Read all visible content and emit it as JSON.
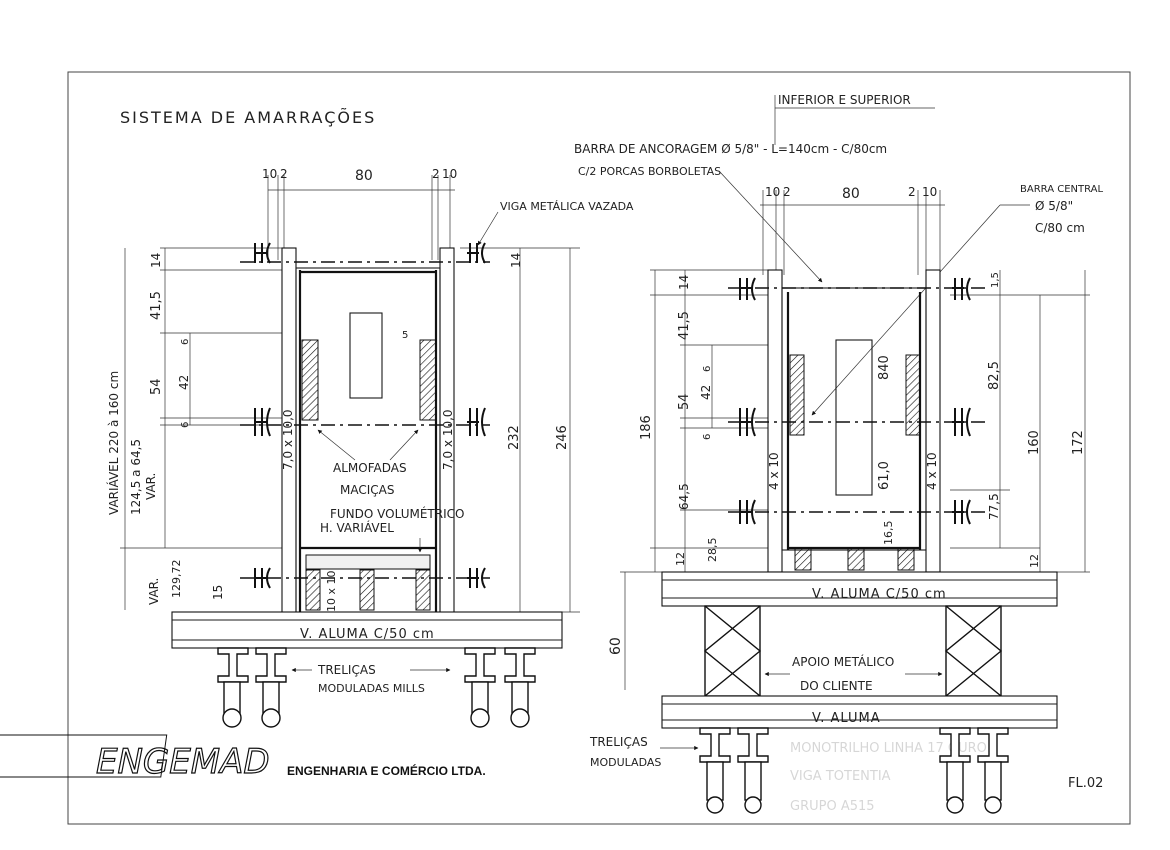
{
  "title": "SISTEMA DE AMARRAÇÕES",
  "sheet_number": "FL.02",
  "company": {
    "logo_text": "ENGEMAD",
    "name": "ENGENHARIA E COMÉRCIO LTDA."
  },
  "left_drawing": {
    "dims_top": [
      "10",
      "2",
      "80",
      "2",
      "10"
    ],
    "label_viga": "VIGA METÁLICA VAZADA",
    "dims_left": [
      "14",
      "41,5",
      "54",
      "42",
      "6",
      "6"
    ],
    "label_variavel_1": "VARIÁVEL 220 à 160 cm",
    "label_variavel_2": "124,5 a 64,5",
    "label_variavel_3": "VAR.",
    "dim_var": "VAR.",
    "dim_12972": "129,72",
    "dim_15": "15",
    "dim_232": "232",
    "dim_246": "246",
    "dim_14r": "14",
    "post_label_left": "7,0 x 10,0",
    "post_label_right": "7,0 x 10,0",
    "label_almofadas_1": "ALMOFADAS",
    "label_almofadas_2": "MACIÇAS",
    "label_fundo_1": "FUNDO VOLUMÉTRICO",
    "label_fundo_2": "H. VARIÁVEL",
    "label_10x10": "10 x 10",
    "label_valuma": "V. ALUMA C/50 cm",
    "label_trelicas_1": "TRELIÇAS",
    "label_trelicas_2": "MODULADAS MILLS",
    "small_5": "5"
  },
  "right_drawing": {
    "label_inferior": "INFERIOR E SUPERIOR",
    "label_barra_1": "BARRA DE ANCORAGEM Ø 5/8\" - L=140cm - C/80cm",
    "label_barra_2": "C/2 PORCAS BORBOLETAS",
    "label_barra_central_1": "BARRA CENTRAL",
    "label_barra_central_2": "Ø 5/8\"",
    "label_barra_central_3": "C/80 cm",
    "dims_top": [
      "10",
      "2",
      "80",
      "2",
      "10"
    ],
    "dims_left": [
      "14",
      "41,5",
      "54",
      "42",
      "6",
      "6",
      "64,5",
      "28,5",
      "12"
    ],
    "dim_186": "186",
    "dim_60": "60",
    "dim_840": "840",
    "dim_61": "61,0",
    "dim_165": "16,5",
    "dim_825": "82,5",
    "dim_775": "77,5",
    "dim_160": "160",
    "dim_172": "172",
    "dim_15": "1,5",
    "dim_12": "12",
    "post_label_left": "4 x 10",
    "post_label_right": "4 x 10",
    "label_valuma_top": "V. ALUMA C/50 cm",
    "label_apoio_1": "APOIO METÁLICO",
    "label_apoio_2": "DO CLIENTE",
    "label_valuma_bottom": "V. ALUMA",
    "label_trelicas_1": "TRELIÇAS",
    "label_trelicas_2": "MODULADAS"
  },
  "faint_table": [
    "MONOTRILHO LINHA 17 OURO",
    "VIGA TOTENTIA",
    "GRUPO A515"
  ]
}
